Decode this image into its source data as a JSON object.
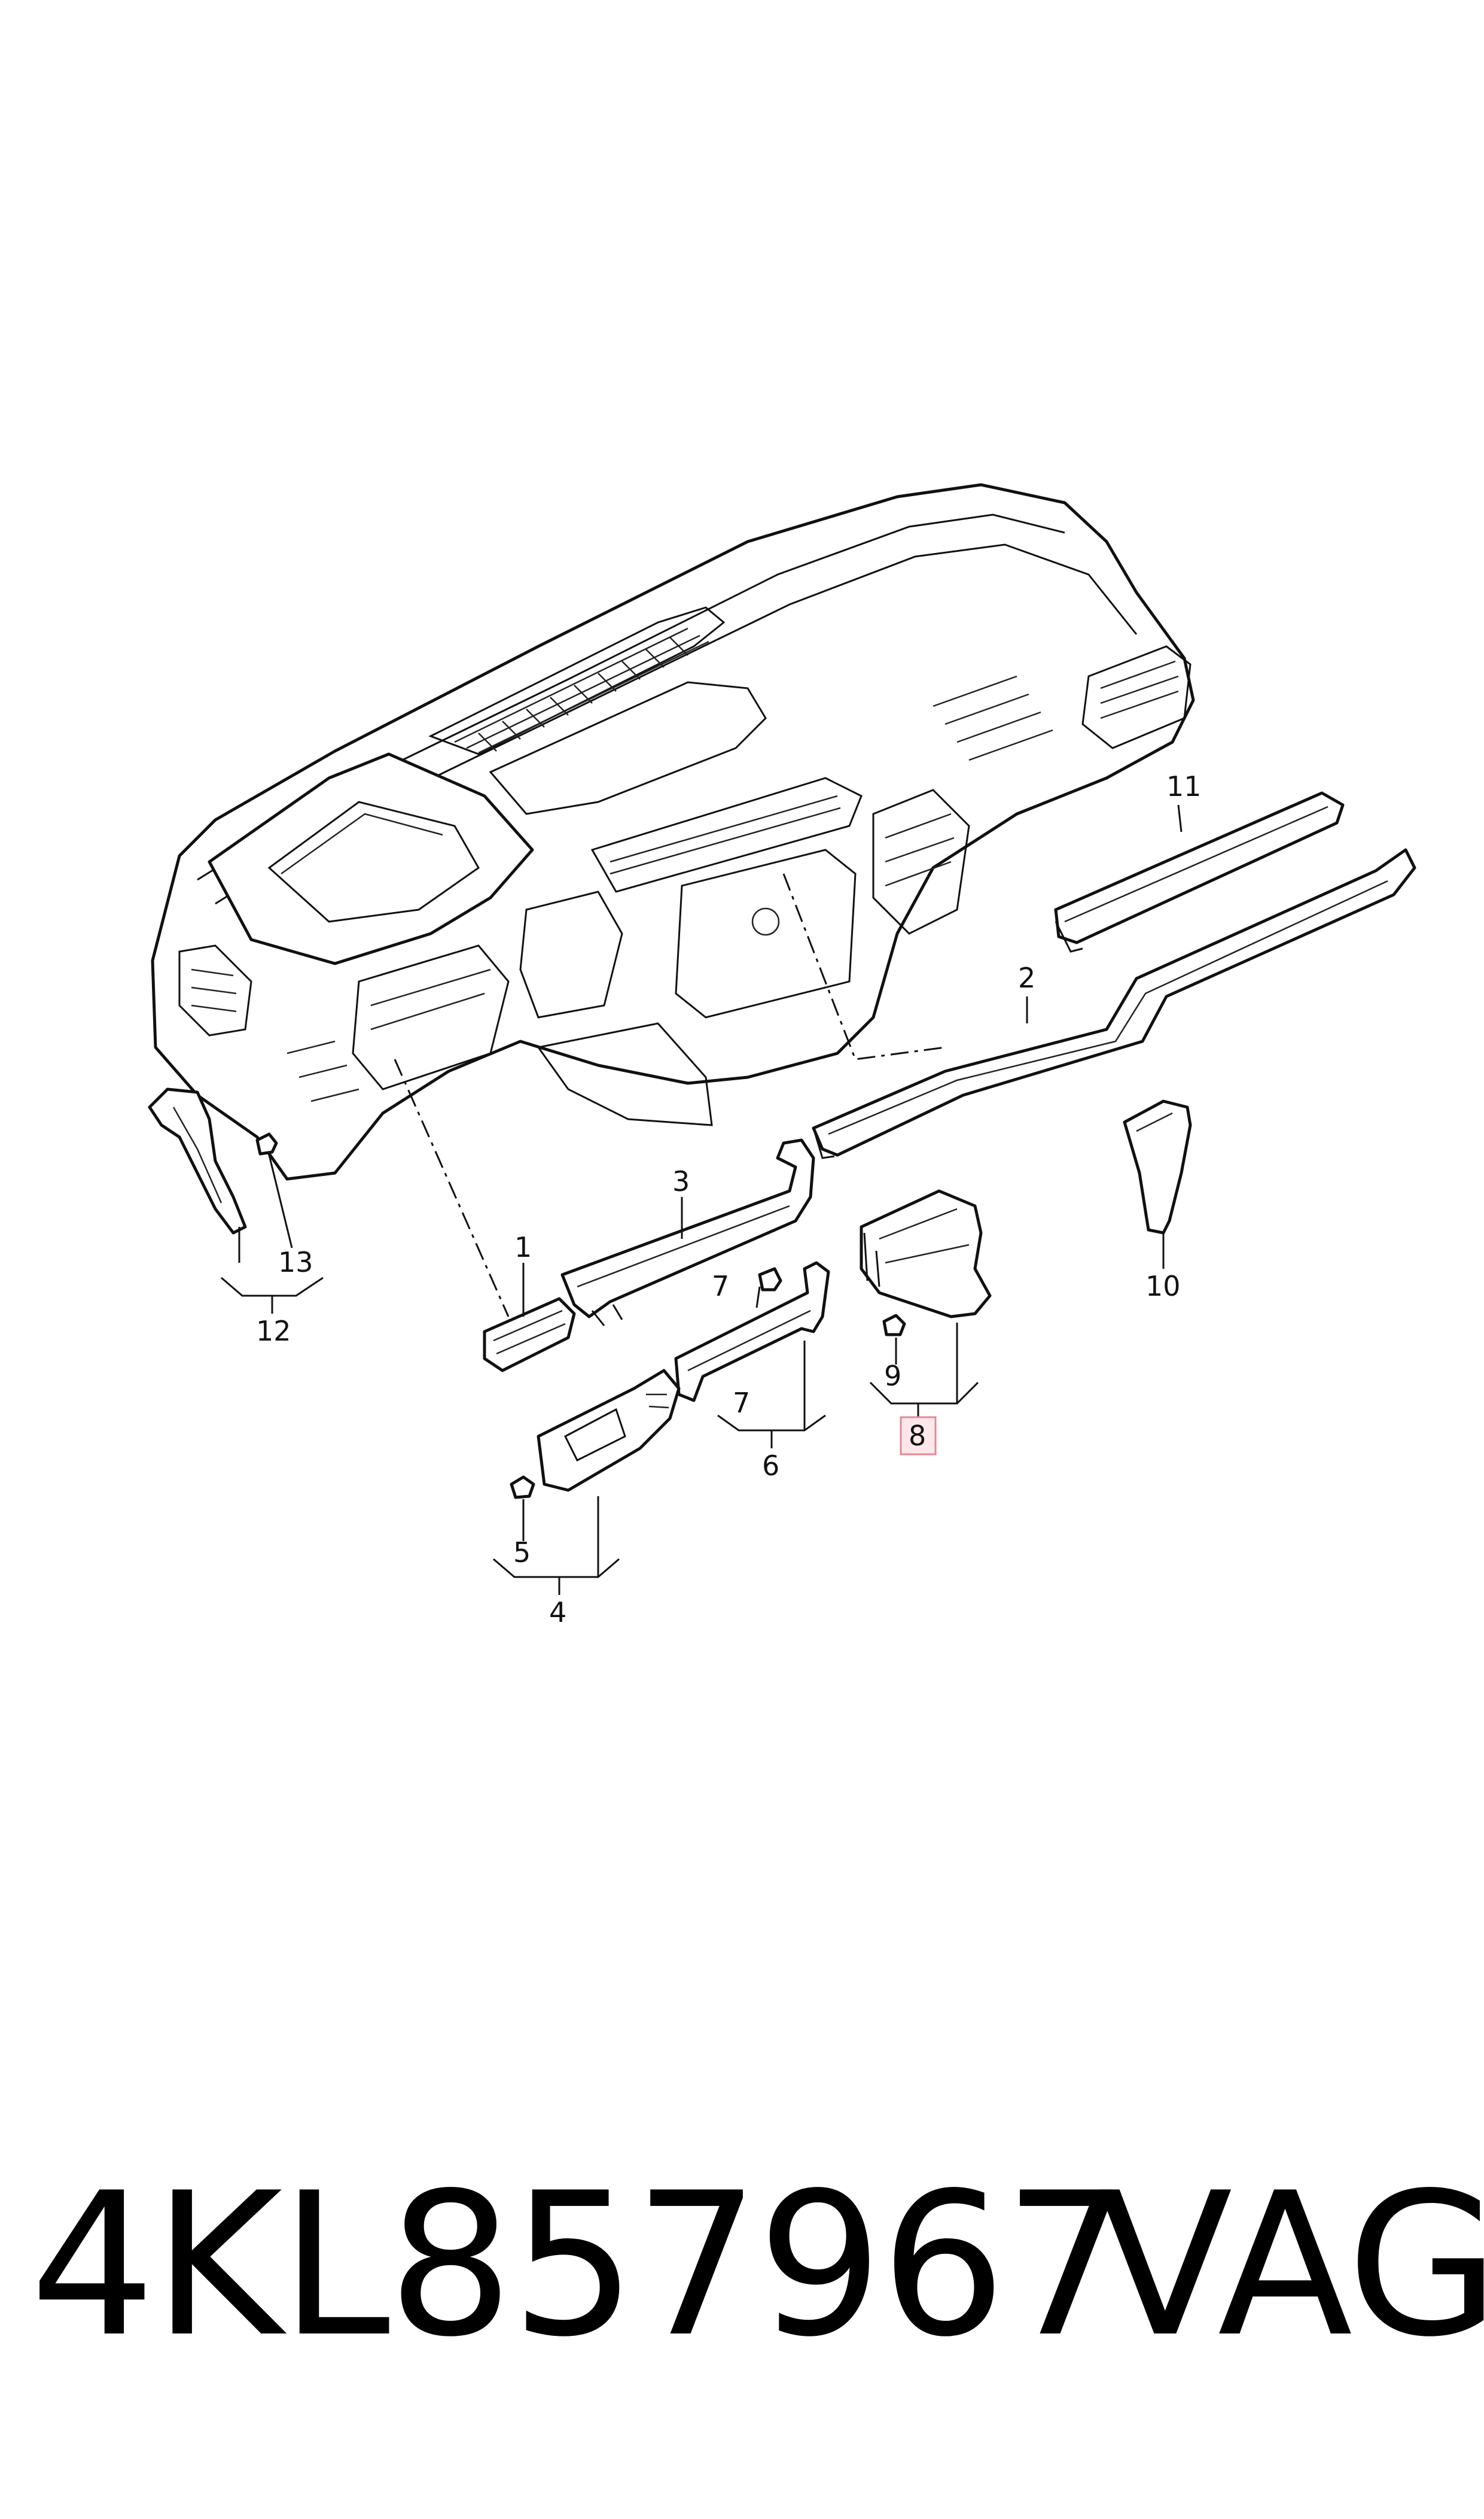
{
  "labels": {
    "l1": "1",
    "l2": "2",
    "l3": "3",
    "l4": "4",
    "l5": "5",
    "l6": "6",
    "l7": "7",
    "l8": "8",
    "l9": "9",
    "l10": "10",
    "l11": "11",
    "l12": "12",
    "l13": "13"
  },
  "highlighted_label": "8",
  "highlight_color": "#fde7ea",
  "caption": {
    "part_number": "4KL857967",
    "brand": "VAG"
  }
}
